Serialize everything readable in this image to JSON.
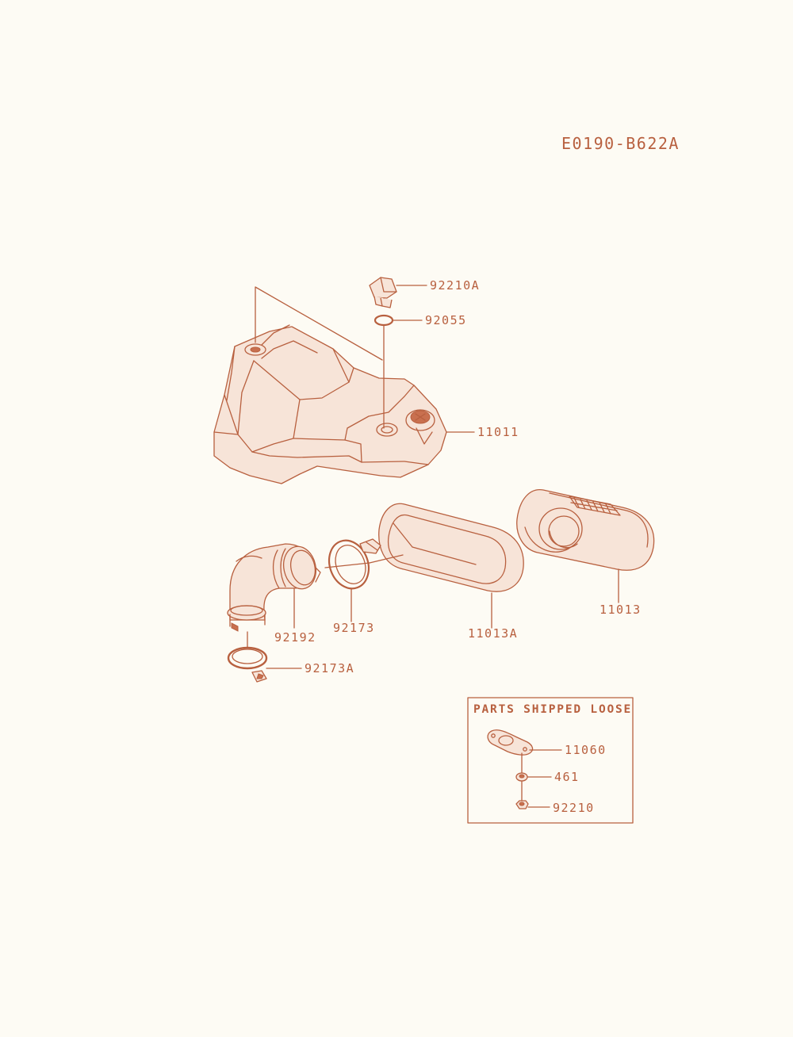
{
  "diagram_code": "E0190-B622A",
  "box_title": "PARTS SHIPPED LOOSE",
  "parts": [
    {
      "label": "92210A"
    },
    {
      "label": "92055"
    },
    {
      "label": "11011"
    },
    {
      "label": "11013"
    },
    {
      "label": "11013A"
    },
    {
      "label": "92173"
    },
    {
      "label": "92192"
    },
    {
      "label": "92173A"
    }
  ],
  "loose_parts": [
    {
      "label": "11060"
    },
    {
      "label": "461"
    },
    {
      "label": "92210"
    }
  ],
  "colors": {
    "line": "#b8603f",
    "background": "#fdfbf4"
  }
}
